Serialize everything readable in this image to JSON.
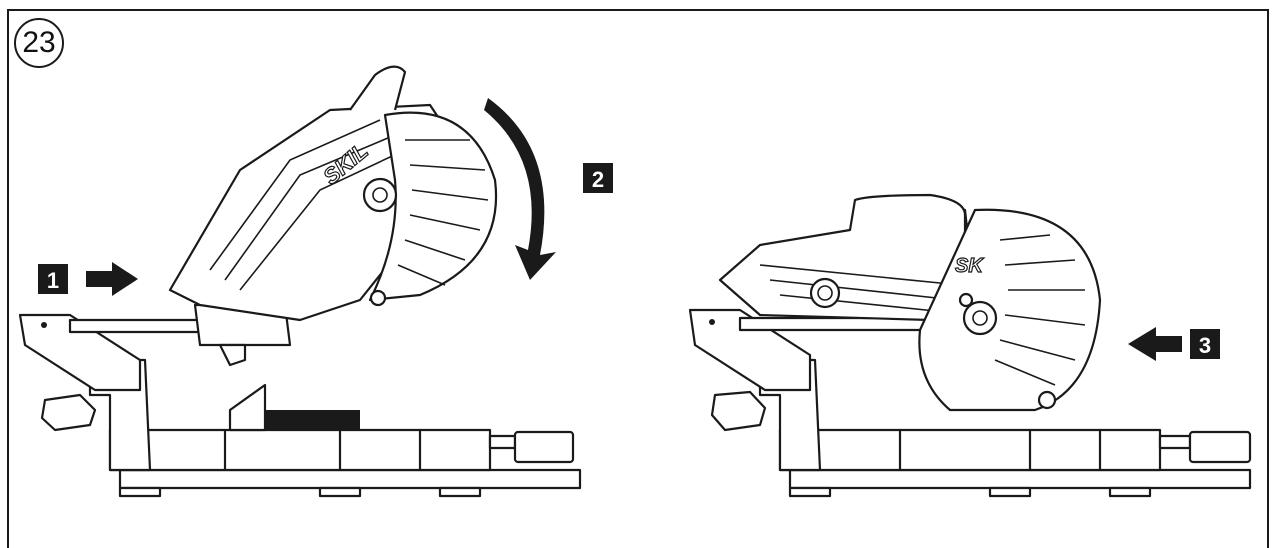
{
  "figure": {
    "number": "23",
    "steps": [
      "1",
      "2",
      "3"
    ],
    "brand_mark": "SKIL"
  },
  "icons": {
    "push_arrow": "right-arrow-icon",
    "rotate_arrow": "curved-down-arrow-icon",
    "push_back_arrow": "left-arrow-icon"
  },
  "colors": {
    "ink": "#1a1a1a",
    "paper": "#ffffff"
  }
}
